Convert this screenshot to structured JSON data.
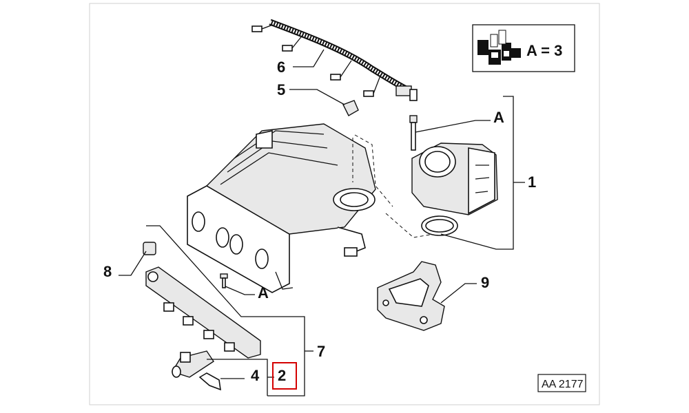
{
  "diagram": {
    "callouts": {
      "c1": "1",
      "c2": "2",
      "c4": "4",
      "c5": "5",
      "c6": "6",
      "c7": "7",
      "c8": "8",
      "c9": "9",
      "ca_top": "A",
      "ca_bottom": "A"
    },
    "kit_box": {
      "text": "A = 3"
    },
    "ref_code": "AA 2177",
    "highlight_color": "#d40000"
  }
}
